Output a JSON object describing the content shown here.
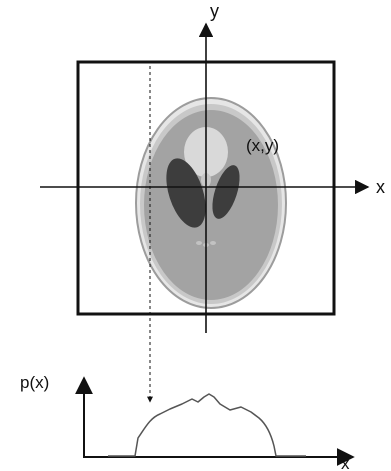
{
  "labels": {
    "y_axis": "y",
    "x_axis": "x",
    "point": "(x,y)",
    "projection_function": "p(x)",
    "projection_axis": "x"
  },
  "colors": {
    "frame": "#111111",
    "axis": "#111111",
    "phantom_outer_ring": "#9c9c9c",
    "phantom_body": "#a3a3a3",
    "phantom_inner_edge": "#c8c8c8",
    "ventricle": "#3d3d3d",
    "bright_spot": "#d9d9d9",
    "projection_curve": "#555555"
  },
  "icons": {
    "phantom": "shepp-logan-phantom",
    "projection_ray": "dashed-arrow-down-icon"
  }
}
